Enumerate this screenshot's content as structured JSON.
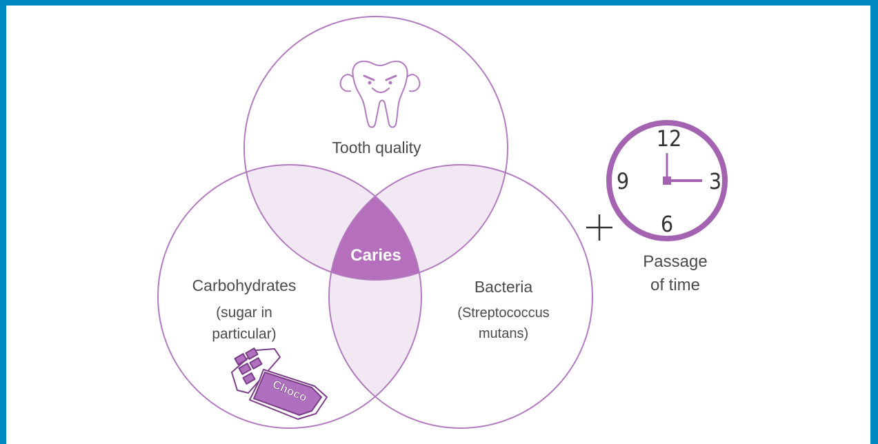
{
  "diagram": {
    "center_label": "Caries",
    "circles": [
      {
        "id": "tooth",
        "title": "Tooth quality",
        "icon": "tooth-icon"
      },
      {
        "id": "carbs",
        "title": "Carbohydrates",
        "detail_lines": [
          "(sugar in",
          "particular)"
        ],
        "icon": "chocolate-icon"
      },
      {
        "id": "bacteria",
        "title": "Bacteria",
        "detail_lines": [
          "(Streptococcus",
          "mutans)"
        ]
      }
    ],
    "plus_sign": "+",
    "time": {
      "label_lines": [
        "Passage",
        "of time"
      ],
      "clock_numbers": {
        "n12": "12",
        "n3": "3",
        "n6": "6",
        "n9": "9"
      },
      "icon": "clock-icon"
    },
    "chocolate_text": "Choco",
    "colors": {
      "circle_stroke": "#b179be",
      "overlap_light": "#f2e8f3",
      "center_fill": "#b56fbd",
      "frame": "#0088c2",
      "clock_ring": "#a463b0"
    }
  }
}
